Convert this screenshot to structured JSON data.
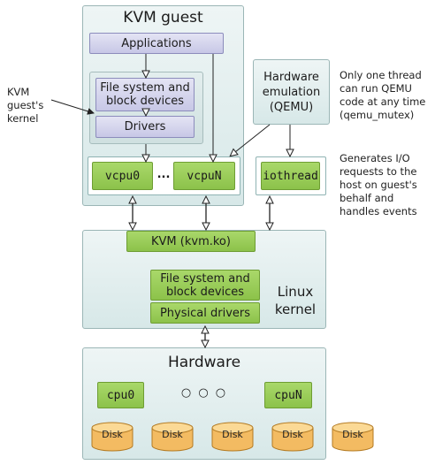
{
  "kvm_guest": {
    "title": "KVM guest",
    "applications": "Applications",
    "fs_block": "File system and block devices",
    "drivers": "Drivers",
    "vcpu0": "vcpu0",
    "ellipsis": "...",
    "vcpuN": "vcpuN"
  },
  "hw_emulation": {
    "label": "Hardware emulation (QEMU)",
    "iothread": "iothread"
  },
  "side_notes": {
    "guest_kernel": "KVM guest's kernel",
    "one_thread": "Only one thread can run QEMU code at any time (qemu_mutex)",
    "generates_io": "Generates I/O requests to the host on guest's behalf and handles events"
  },
  "linux_kernel": {
    "kvm": "KVM (kvm.ko)",
    "fs_block": "File system and block devices",
    "physical_drivers": "Physical drivers",
    "title": "Linux kernel"
  },
  "hardware": {
    "title": "Hardware",
    "cpu0": "cpu0",
    "dots": "○ ○ ○",
    "cpuN": "cpuN",
    "disks": [
      "Disk",
      "Disk",
      "Disk",
      "Disk",
      "Disk"
    ]
  },
  "colors": {
    "green": "#8cc24a",
    "lavender": "#c7c7e6",
    "panel": "#d7e8e8"
  }
}
